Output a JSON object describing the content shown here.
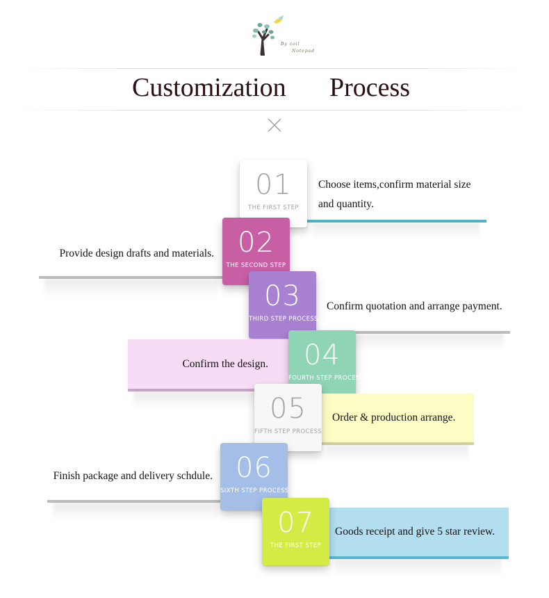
{
  "header": {
    "logo_line1": "By coil",
    "logo_line2": "Notepad",
    "title_word1": "Customization",
    "title_word2": "Process"
  },
  "steps": [
    {
      "number": "01",
      "label": "THE FIRST STEP",
      "text_line1": "Choose items,confirm material size",
      "text_line2": "and quantity.",
      "card_color": "#f7f7f7",
      "panel_color": "#a8dcea"
    },
    {
      "number": "02",
      "label": "THE SECOND STEP",
      "text": "Provide design drafts and materials.",
      "card_color": "#c85fa5",
      "panel_color": "#ffffff"
    },
    {
      "number": "03",
      "label": "THIRD STEP PROCESS",
      "text": "Confirm quotation and arrange payment.",
      "card_color": "#a881d0",
      "panel_color": "#ffffff"
    },
    {
      "number": "04",
      "label": "FOURTH STEP PROCESS",
      "text": "Confirm the design.",
      "card_color": "#8fd4b5",
      "panel_color": "#f8dcf6"
    },
    {
      "number": "05",
      "label": "FIFTH STEP PROCESS",
      "text": "Order & production arrange.",
      "card_color": "#f7f7f7",
      "panel_color": "#fcfcc5"
    },
    {
      "number": "06",
      "label": "SIXTH STEP PROCESS",
      "text": "Finish package and delivery schdule.",
      "card_color": "#a4bee8",
      "panel_color": "#ffffff"
    },
    {
      "number": "07",
      "label": "THE FIRST STEP",
      "text": "Goods receipt and give 5 star review.",
      "card_color": "#d4ea45",
      "panel_color": "#b2def0"
    }
  ]
}
